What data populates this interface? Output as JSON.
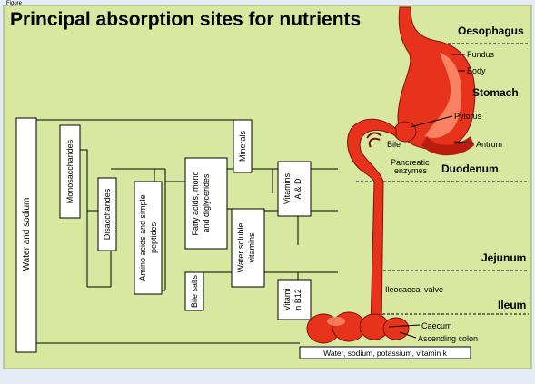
{
  "figure_label": "Figure",
  "title": "Principal absorption sites for nutrients",
  "colors": {
    "panel": "#d8e8a0",
    "outer": "#e4ecf6",
    "organ": "#e8331c",
    "organ_dark": "#b81d0e",
    "organ_light": "#ff8a66",
    "box": "#ffffff",
    "line": "#000000"
  },
  "regions": {
    "oesophagus": "Oesophagus",
    "stomach": "Stomach",
    "duodenum": "Duodenum",
    "jejunum": "Jejunum",
    "ileum": "Ileum"
  },
  "parts": {
    "fundus": "Fundus",
    "body": "Body",
    "pylorus": "Pylorus",
    "antrum": "Antrum",
    "bile": "Bile",
    "pancreatic": "Pancreatic",
    "enzymes": "enzymes",
    "ileocaecal_valve": "Ileocaecal valve",
    "caecum": "Caecum",
    "ascending_colon": "Ascending colon"
  },
  "nutrients": {
    "water_sodium": "Water and sodium",
    "monosaccharides": "Monosaccharides",
    "disaccharides": "Disaccharides",
    "amino_acids_1": "Amino acids and simple",
    "amino_acids_2": "peptides",
    "bile_salts": "Bile salts",
    "fatty_acids_1": "Fatty acids, mono",
    "fatty_acids_2": "and diglycerides",
    "water_soluble_1": "Water soluble",
    "water_soluble_2": "vitamins",
    "minerals": "Minerals",
    "vitamins_ad_1": "Vitamins",
    "vitamins_ad_2": "A & D",
    "vitamin_b12_1": "Vitami",
    "vitamin_b12_2": "n B12",
    "colon_box": "Water, sodium, potassium, vitamin k"
  }
}
